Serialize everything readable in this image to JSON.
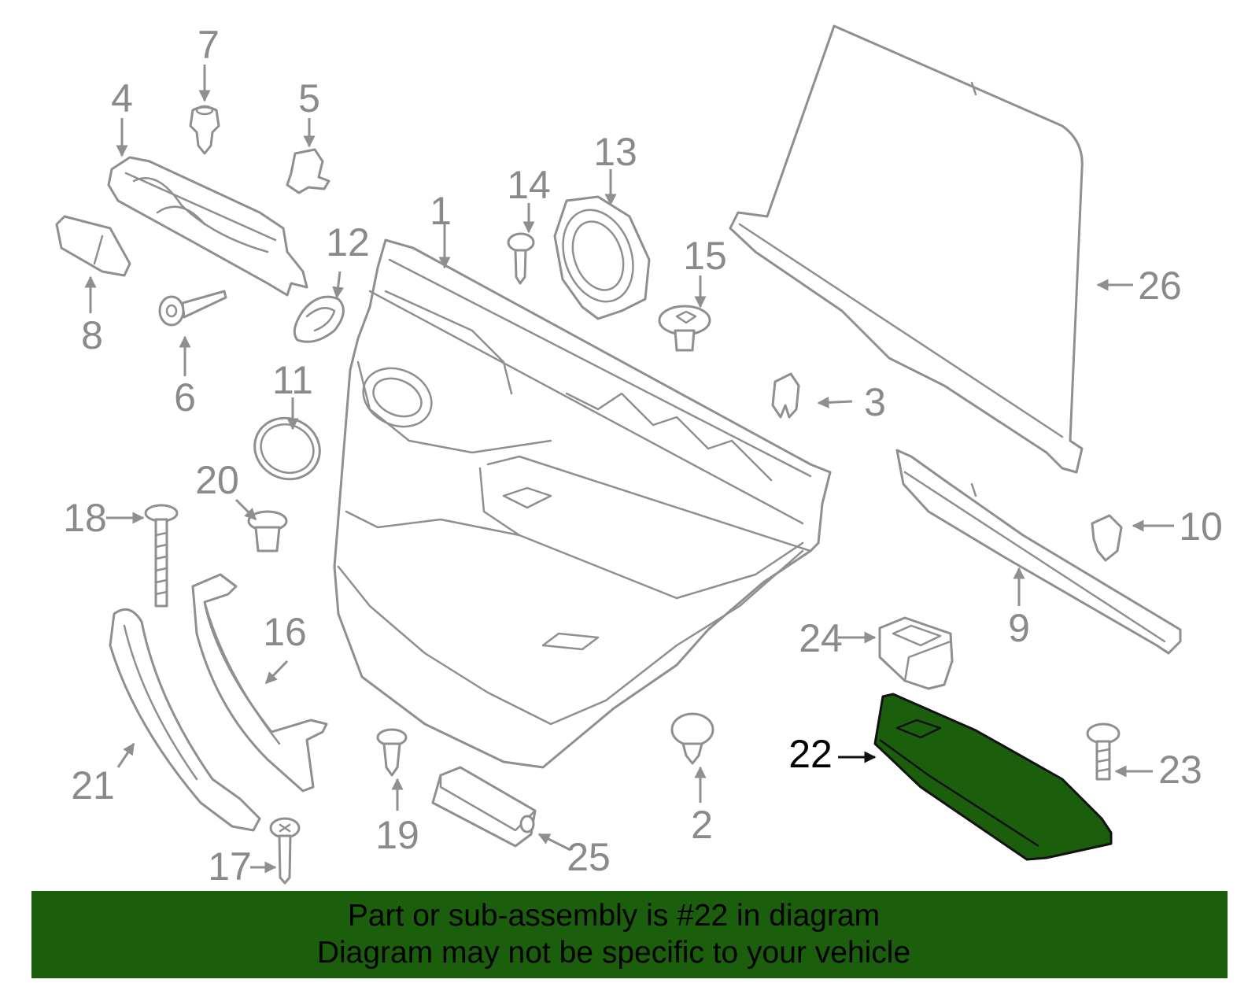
{
  "diagram": {
    "highlighted_part": "22",
    "colors": {
      "highlight_fill": "#1b5e0c",
      "line_gray": "#8f8f8f",
      "label_gray": "#8a8a8a",
      "banner_background": "#1b5e0c"
    },
    "callouts": [
      "1",
      "2",
      "3",
      "4",
      "5",
      "6",
      "7",
      "8",
      "9",
      "10",
      "11",
      "12",
      "13",
      "14",
      "15",
      "16",
      "17",
      "18",
      "19",
      "20",
      "21",
      "22",
      "23",
      "24",
      "25",
      "26"
    ]
  },
  "banner": {
    "line1": "Part or sub-assembly is #22 in diagram",
    "line2": "Diagram may not be specific to your vehicle"
  }
}
